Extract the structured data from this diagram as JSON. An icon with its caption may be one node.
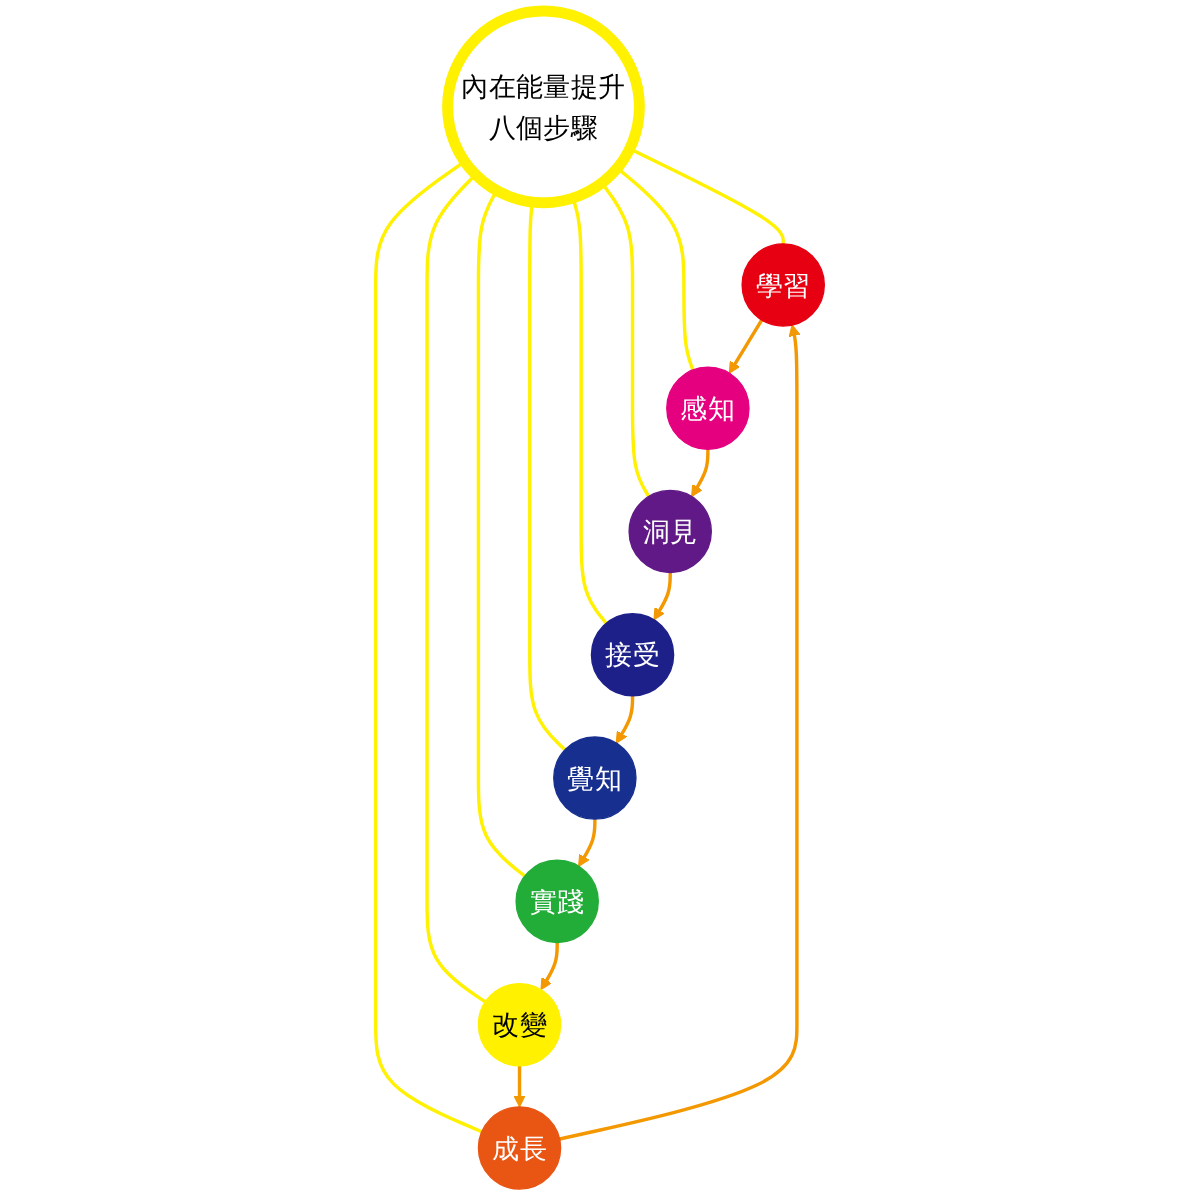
{
  "diagram": {
    "nodes": [
      {
        "text": [
          "內在能量提升八個步驟"
        ]
      },
      {
        "text": [
          "學習"
        ]
      },
      {
        "text": [
          "感知"
        ]
      },
      {
        "text": [
          "洞見"
        ]
      },
      {
        "text": [
          "接受"
        ]
      },
      {
        "text": [
          "覺知"
        ]
      },
      {
        "text": [
          "實踐"
        ]
      },
      {
        "text": [
          "改變"
        ]
      },
      {
        "text": [
          "成長"
        ]
      }
    ],
    "edges": [
      {
        "from": 0,
        "to": 1,
        "arrow": "none",
        "color": "#fff100"
      },
      {
        "from": 0,
        "to": 2,
        "arrow": "none",
        "color": "#fff100"
      },
      {
        "from": 0,
        "to": 3,
        "arrow": "none",
        "color": "#fff100"
      },
      {
        "from": 0,
        "to": 4,
        "arrow": "none",
        "color": "#fff100"
      },
      {
        "from": 0,
        "to": 5,
        "arrow": "none",
        "color": "#fff100"
      },
      {
        "from": 0,
        "to": 6,
        "arrow": "none",
        "color": "#fff100"
      },
      {
        "from": 0,
        "to": 7,
        "arrow": "none",
        "color": "#fff100"
      },
      {
        "from": 0,
        "to": 8,
        "arrow": "none",
        "color": "#fff100"
      },
      {
        "from": 1,
        "to": 2,
        "arrow": "to",
        "color": "#f39800"
      },
      {
        "from": 2,
        "to": 3,
        "arrow": "to",
        "color": "#f39800"
      },
      {
        "from": 3,
        "to": 4,
        "arrow": "to",
        "color": "#f39800"
      },
      {
        "from": 4,
        "to": 5,
        "arrow": "to",
        "color": "#f39800"
      },
      {
        "from": 5,
        "to": 6,
        "arrow": "to",
        "color": "#f39800"
      },
      {
        "from": 6,
        "to": 7,
        "arrow": "to",
        "color": "#f39800"
      },
      {
        "from": 7,
        "to": 8,
        "arrow": "to",
        "color": "#f39800"
      },
      {
        "from": 8,
        "to": 1,
        "arrow": "to",
        "color": "#f39800"
      }
    ]
  }
}
